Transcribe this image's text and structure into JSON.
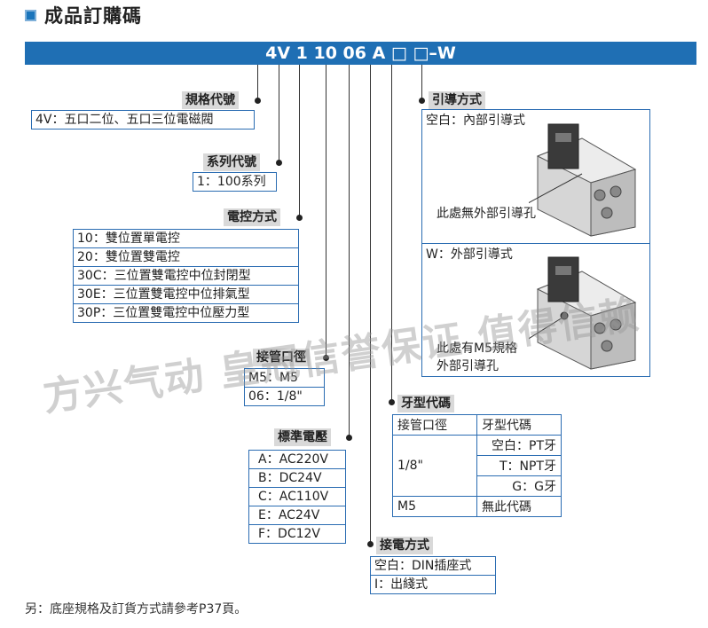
{
  "title": "成品訂購碼",
  "banner": "4V 1 10 06 A □ □–W",
  "spec": {
    "label": "規格代號",
    "items": [
      "4V：五口二位、五口三位電磁閥"
    ]
  },
  "series": {
    "label": "系列代號",
    "items": [
      "1：100系列"
    ]
  },
  "control": {
    "label": "電控方式",
    "items": [
      "10：雙位置單電控",
      "20：雙位置雙電控",
      "30C：三位置雙電控中位封閉型",
      "30E：三位置雙電控中位排氣型",
      "30P：三位置雙電控中位壓力型"
    ]
  },
  "port": {
    "label": "接管口徑",
    "items": [
      "M5：M5",
      "06：1/8\""
    ]
  },
  "voltage": {
    "label": "標準電壓",
    "items": [
      "A：AC220V",
      "B：DC24V",
      "C：AC110V",
      "E：AC24V",
      "F：DC12V"
    ]
  },
  "pilot": {
    "label": "引導方式",
    "internal": {
      "caption": "空白：內部引導式",
      "note": "此處無外部引導孔"
    },
    "external": {
      "caption": "W：外部引導式",
      "note1": "此處有M5規格",
      "note2": "外部引導孔"
    }
  },
  "thread": {
    "label": "牙型代碼",
    "header": [
      "接管口徑",
      "牙型代碼"
    ],
    "size18": "1/8\"",
    "opts": [
      "空白：PT牙",
      "T：NPT牙",
      "G：G牙"
    ],
    "m5": "M5",
    "m5_code": "無此代碼"
  },
  "wiring": {
    "label": "接電方式",
    "items": [
      "空白：DIN插座式",
      "I：出綫式"
    ]
  },
  "watermark": "方兴气动 皇冠信誉保证 值得信赖",
  "footer": "另：底座規格及訂貨方式請參考P37頁。"
}
